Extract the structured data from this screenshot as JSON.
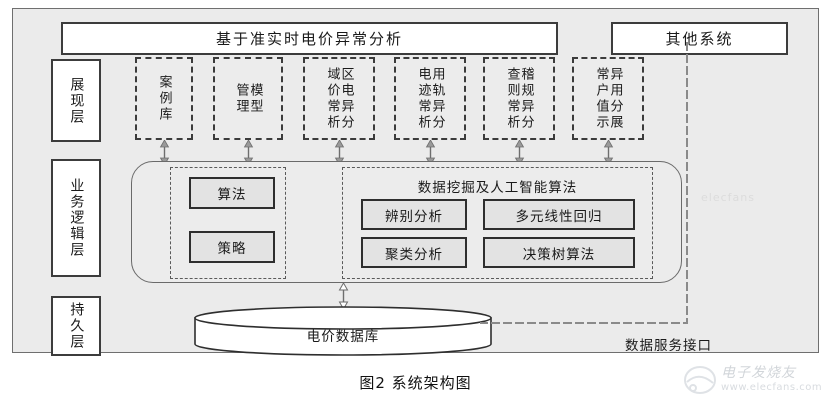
{
  "figure": {
    "caption": "图2    系统架构图"
  },
  "header": {
    "main_title": "基于准实时电价异常分析",
    "other_system": "其他系统"
  },
  "layers": [
    {
      "name": "presentation",
      "label": "展现层"
    },
    {
      "name": "business",
      "label": "业务逻辑层"
    },
    {
      "name": "persistence",
      "label": "持久层"
    }
  ],
  "presentation_modules": [
    {
      "name": "case-library",
      "cols": [
        "案例库"
      ]
    },
    {
      "name": "model-management",
      "cols": [
        "模型",
        "管理"
      ]
    },
    {
      "name": "regional-price-anomaly",
      "cols": [
        "区电异分",
        "域价常析"
      ]
    },
    {
      "name": "usage-trace-anomaly",
      "cols": [
        "用轨异分",
        "电迹常析"
      ]
    },
    {
      "name": "audit-rule-anomaly",
      "cols": [
        "稽规异分",
        "查则常析"
      ]
    },
    {
      "name": "abnormal-user-score",
      "cols": [
        "异用分展",
        "常户值示"
      ]
    }
  ],
  "business": {
    "algorithm_group": [
      {
        "name": "algorithm",
        "label": "算法"
      },
      {
        "name": "strategy",
        "label": "策略"
      }
    ],
    "mining_group": {
      "title": "数据挖掘及人工智能算法",
      "items": [
        {
          "name": "discriminant-analysis",
          "label": "辨别分析"
        },
        {
          "name": "multiple-linear-regression",
          "label": "多元线性回归"
        },
        {
          "name": "cluster-analysis",
          "label": "聚类分析"
        },
        {
          "name": "decision-tree-algorithm",
          "label": "决策树算法"
        }
      ]
    }
  },
  "persistence": {
    "database_label": "电价数据库",
    "service_interface_label": "数据服务接口"
  },
  "watermark": {
    "brand": "电子发烧友",
    "url": "www.elecfans.com",
    "faint": "elecfans"
  },
  "colors": {
    "frame_background": "#ebebeb",
    "frame_border": "#6f6f6f",
    "box_border": "#3c3c3c",
    "box_fill": "#ffffff",
    "algo_fill": "#e3e3e3",
    "text": "#1a1a1a"
  }
}
